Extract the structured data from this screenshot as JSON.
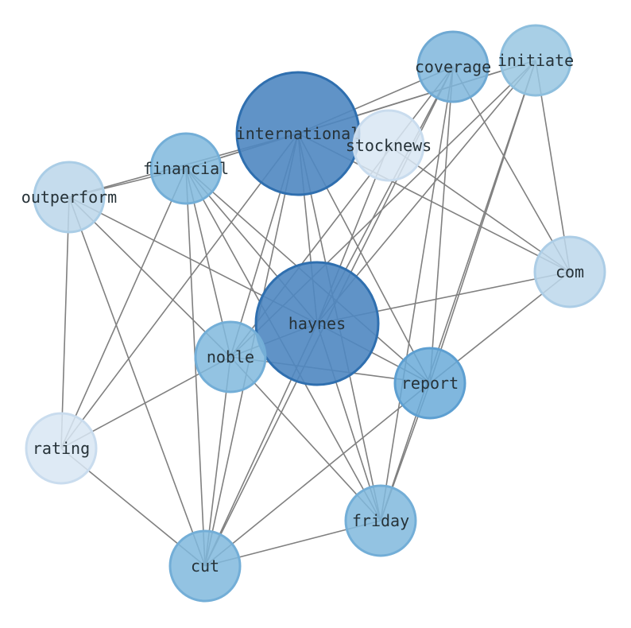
{
  "graph": {
    "nodes": [
      {
        "id": "international",
        "label": "international",
        "fill": "#4f87c1",
        "stroke": "#2f6faf",
        "fill_opacity": 0.9
      },
      {
        "id": "haynes",
        "label": "haynes",
        "fill": "#4f87c1",
        "stroke": "#2f6faf",
        "fill_opacity": 0.9
      },
      {
        "id": "coverage",
        "label": "coverage",
        "fill": "#7fb6dc",
        "stroke": "#6fa9d3",
        "fill_opacity": 0.85
      },
      {
        "id": "initiate",
        "label": "initiate",
        "fill": "#99c7e2",
        "stroke": "#8dbedd",
        "fill_opacity": 0.85
      },
      {
        "id": "stocknews",
        "label": "stocknews",
        "fill": "#d8e6f3",
        "stroke": "#c9dcee",
        "fill_opacity": 0.85
      },
      {
        "id": "financial",
        "label": "financial",
        "fill": "#80b8dd",
        "stroke": "#73aed7",
        "fill_opacity": 0.85
      },
      {
        "id": "outperform",
        "label": "outperform",
        "fill": "#bbd6ea",
        "stroke": "#aacde6",
        "fill_opacity": 0.85
      },
      {
        "id": "com",
        "label": "com",
        "fill": "#bcd7eb",
        "stroke": "#accde6",
        "fill_opacity": 0.85
      },
      {
        "id": "noble",
        "label": "noble",
        "fill": "#80b8dd",
        "stroke": "#73aed7",
        "fill_opacity": 0.85
      },
      {
        "id": "report",
        "label": "report",
        "fill": "#6aaad8",
        "stroke": "#5d9fd1",
        "fill_opacity": 0.85
      },
      {
        "id": "rating",
        "label": "rating",
        "fill": "#d8e6f3",
        "stroke": "#c9dcee",
        "fill_opacity": 0.85
      },
      {
        "id": "friday",
        "label": "friday",
        "fill": "#80b8dd",
        "stroke": "#73aed7",
        "fill_opacity": 0.85
      },
      {
        "id": "cut",
        "label": "cut",
        "fill": "#80b8dd",
        "stroke": "#73aed7",
        "fill_opacity": 0.85
      }
    ],
    "edges": [
      [
        "international",
        "haynes"
      ],
      [
        "international",
        "coverage"
      ],
      [
        "international",
        "initiate"
      ],
      [
        "international",
        "financial"
      ],
      [
        "international",
        "outperform"
      ],
      [
        "international",
        "com"
      ],
      [
        "international",
        "noble"
      ],
      [
        "international",
        "report"
      ],
      [
        "international",
        "rating"
      ],
      [
        "international",
        "friday"
      ],
      [
        "international",
        "cut"
      ],
      [
        "haynes",
        "coverage"
      ],
      [
        "haynes",
        "initiate"
      ],
      [
        "haynes",
        "stocknews"
      ],
      [
        "haynes",
        "financial"
      ],
      [
        "haynes",
        "outperform"
      ],
      [
        "haynes",
        "com"
      ],
      [
        "haynes",
        "noble"
      ],
      [
        "haynes",
        "report"
      ],
      [
        "haynes",
        "friday"
      ],
      [
        "haynes",
        "cut"
      ],
      [
        "coverage",
        "noble"
      ],
      [
        "coverage",
        "report"
      ],
      [
        "coverage",
        "friday"
      ],
      [
        "coverage",
        "com"
      ],
      [
        "coverage",
        "cut"
      ],
      [
        "initiate",
        "noble"
      ],
      [
        "initiate",
        "report"
      ],
      [
        "initiate",
        "friday"
      ],
      [
        "initiate",
        "com"
      ],
      [
        "initiate",
        "financial"
      ],
      [
        "stocknews",
        "com"
      ],
      [
        "financial",
        "noble"
      ],
      [
        "financial",
        "report"
      ],
      [
        "financial",
        "friday"
      ],
      [
        "financial",
        "cut"
      ],
      [
        "financial",
        "rating"
      ],
      [
        "financial",
        "outperform"
      ],
      [
        "outperform",
        "noble"
      ],
      [
        "outperform",
        "rating"
      ],
      [
        "outperform",
        "cut"
      ],
      [
        "noble",
        "rating"
      ],
      [
        "noble",
        "report"
      ],
      [
        "noble",
        "friday"
      ],
      [
        "noble",
        "cut"
      ],
      [
        "report",
        "com"
      ],
      [
        "report",
        "friday"
      ],
      [
        "report",
        "cut"
      ],
      [
        "rating",
        "cut"
      ],
      [
        "friday",
        "cut"
      ]
    ]
  }
}
